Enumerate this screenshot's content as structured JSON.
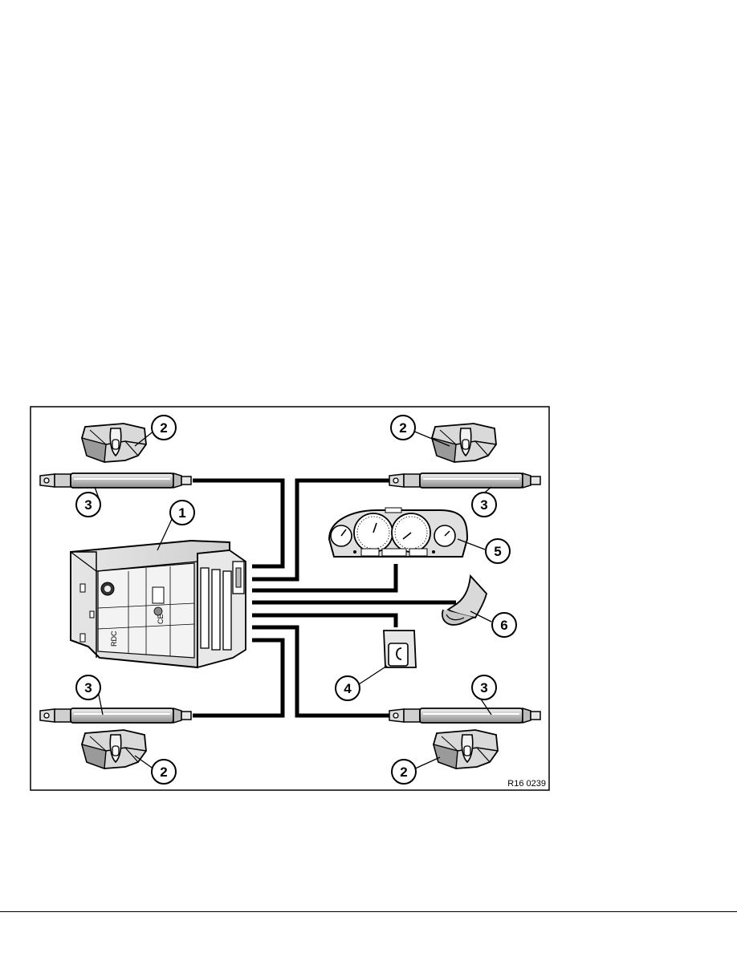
{
  "figure": {
    "reference": "R16 0239",
    "module_label": "RDC",
    "module_mark": "CE"
  },
  "callouts": [
    "1",
    "2",
    "3",
    "4",
    "5",
    "6"
  ],
  "colors": {
    "line": "#000000",
    "part_fill": "#d9d9d9",
    "part_dark": "#9a9a9a",
    "background": "#ffffff"
  }
}
